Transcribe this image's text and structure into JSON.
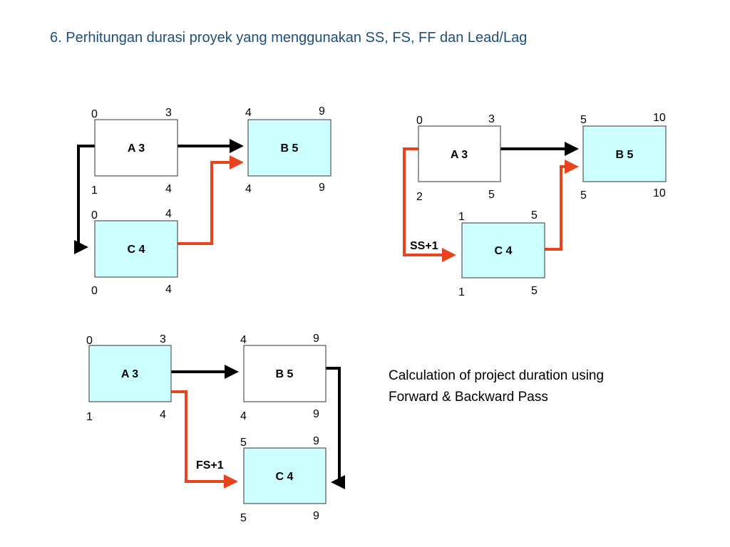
{
  "title": "6. Perhitungan durasi proyek yang menggunakan SS, FS, FF dan Lead/Lag",
  "caption": {
    "line1": "Calculation of project duration using",
    "line2": "Forward & Backward Pass"
  },
  "colors": {
    "title": "#1f4e79",
    "activity_fill": "#ccffff",
    "plain_fill": "#ffffff",
    "normal_link": "#000000",
    "relation_link": "#e8431a"
  },
  "diagrams": [
    {
      "nodes": {
        "A": {
          "label": "A 3",
          "es": "0",
          "ef": "3",
          "ls": "1",
          "lf": "4"
        },
        "B": {
          "label": "B 5",
          "es": "4",
          "ef": "9",
          "ls": "4",
          "lf": "9"
        },
        "C": {
          "label": "C 4",
          "es": "0",
          "ef": "4",
          "ls": "0",
          "lf": "4"
        }
      }
    },
    {
      "relation": "SS+1",
      "nodes": {
        "A": {
          "label": "A 3",
          "es": "0",
          "ef": "3",
          "ls": "2",
          "lf": "5"
        },
        "B": {
          "label": "B 5",
          "es": "5",
          "ef": "10",
          "ls": "5",
          "lf": "10"
        },
        "C": {
          "label": "C 4",
          "es": "1",
          "ef": "5",
          "ls": "1",
          "lf": "5"
        }
      }
    },
    {
      "relation": "FS+1",
      "nodes": {
        "A": {
          "label": "A 3",
          "es": "0",
          "ef": "3",
          "ls": "1",
          "lf": "4"
        },
        "B": {
          "label": "B 5",
          "es": "4",
          "ef": "9",
          "ls": "4",
          "lf": "9"
        },
        "C": {
          "label": "C 4",
          "es": "5",
          "ef": "9",
          "ls": "5",
          "lf": "9"
        }
      }
    }
  ]
}
